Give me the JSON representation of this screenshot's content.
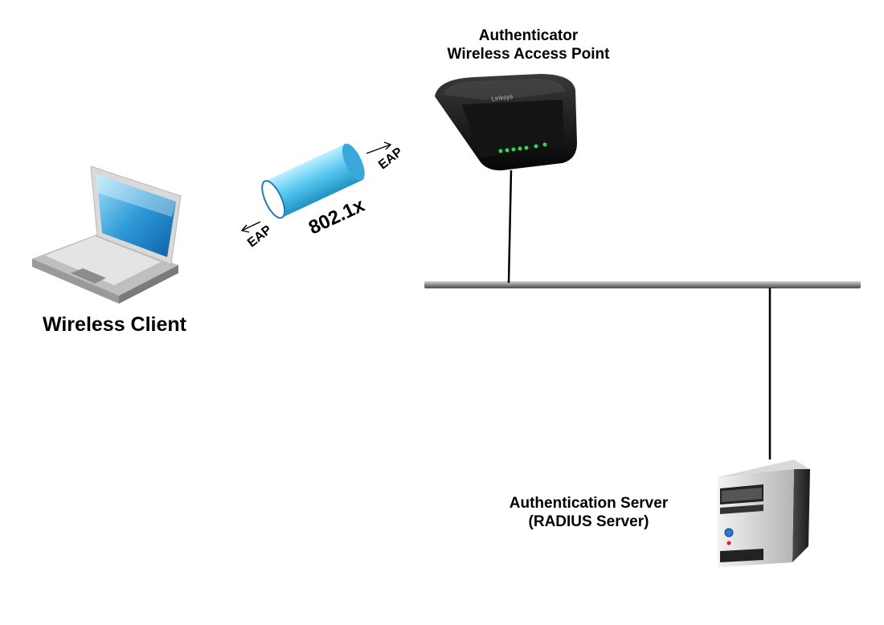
{
  "diagram": {
    "access_point": {
      "line1": "Authenticator",
      "line2": "Wireless Access Point",
      "brand": "Linksys"
    },
    "client": {
      "label": "Wireless Client"
    },
    "server": {
      "line1": "Authentication Server",
      "line2": "(RADIUS Server)"
    },
    "link": {
      "protocol": "802.1x",
      "eap_to_client": "EAP",
      "eap_to_ap": "EAP"
    },
    "icons": {
      "laptop": "laptop-icon",
      "router": "wireless-router-icon",
      "server": "server-tower-icon",
      "tunnel": "tunnel-pipe-icon"
    },
    "colors": {
      "tunnel_blue": "#3fb6e3",
      "network_bus": "#888888",
      "router_body": "#1b1b1b",
      "led_green": "#39d353"
    }
  }
}
